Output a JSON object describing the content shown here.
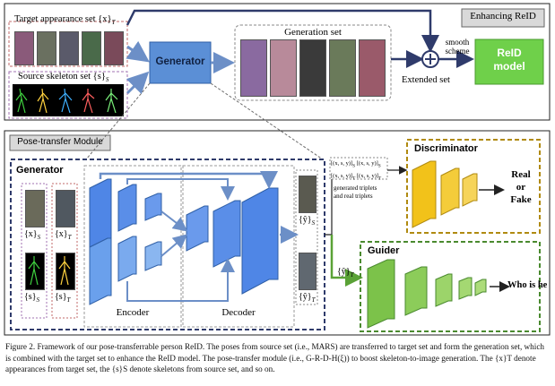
{
  "top_panel": {
    "enhancing_label": "Enhancing ReID",
    "target_set_label": "Target appearance set {x}",
    "target_set_sub": "T",
    "source_set_label": "Source skeleton set {s}",
    "source_set_sub": "S",
    "generator_label": "Generator",
    "generation_set_label": "Generation set",
    "smooth_label_1": "smooth",
    "smooth_label_2": "scheme",
    "extended_label": "Extended set",
    "reid_label_1": "ReID",
    "reid_label_2": "model"
  },
  "bottom_panel": {
    "module_label": "Pose-transfer Module",
    "generator_label": "Generator",
    "x_s": "{x}",
    "x_s_sub": "S",
    "x_t": "{x}",
    "x_t_sub": "T",
    "s_s": "{s}",
    "s_s_sub": "S",
    "s_t": "{s}",
    "s_t_sub": "T",
    "encoder_label": "Encoder",
    "decoder_label": "Decoder",
    "yhat_s": "{ŷ}",
    "yhat_s_sub": "S",
    "yhat_t": "{ŷ}",
    "yhat_t_sub": "T",
    "yhat_t_arrow": "{ŷ}",
    "yhat_t_arrow_sub": "T",
    "triplet_line1": "[(x, s, y)]",
    "triplet_line1_sub": "S",
    "triplet_line1b": "[(x, s, y)]",
    "triplet_line1b_sub": "S",
    "triplet_line2": "[(x, s, y)]",
    "triplet_line2_sub": "T",
    "triplet_line2b": "[(x, s, y)]",
    "triplet_line2b_sub": "T",
    "generated_triplets_1": "generated triplets",
    "generated_triplets_2": "and real triplets",
    "discriminator_label": "Discriminator",
    "real_label": "Real",
    "or_label": "or",
    "fake_label": "Fake",
    "guider_label": "Guider",
    "who_label": "Who is he"
  },
  "caption": {
    "text": "Figure 2. Framework of our pose-transferrable person ReID. The poses from source set (i.e., MARS) are transferred to target set and form the generation set, which is combined with the target set to enhance the ReID model. The pose-transfer module (i.e., G-R-D-H(ξ)) to boost skeleton-to-image generation. The {x}T denote appearances from target set, the {s}S denote skeletons from source set, and so on."
  },
  "colors": {
    "generator_blue": "#5b8fd6",
    "encoder_blue": "#4f86e6",
    "disc_yellow": "#f2c21a",
    "guider_green": "#7cc24a",
    "reid_green": "#6fd04a",
    "frame_navy": "#2f3b6b"
  }
}
